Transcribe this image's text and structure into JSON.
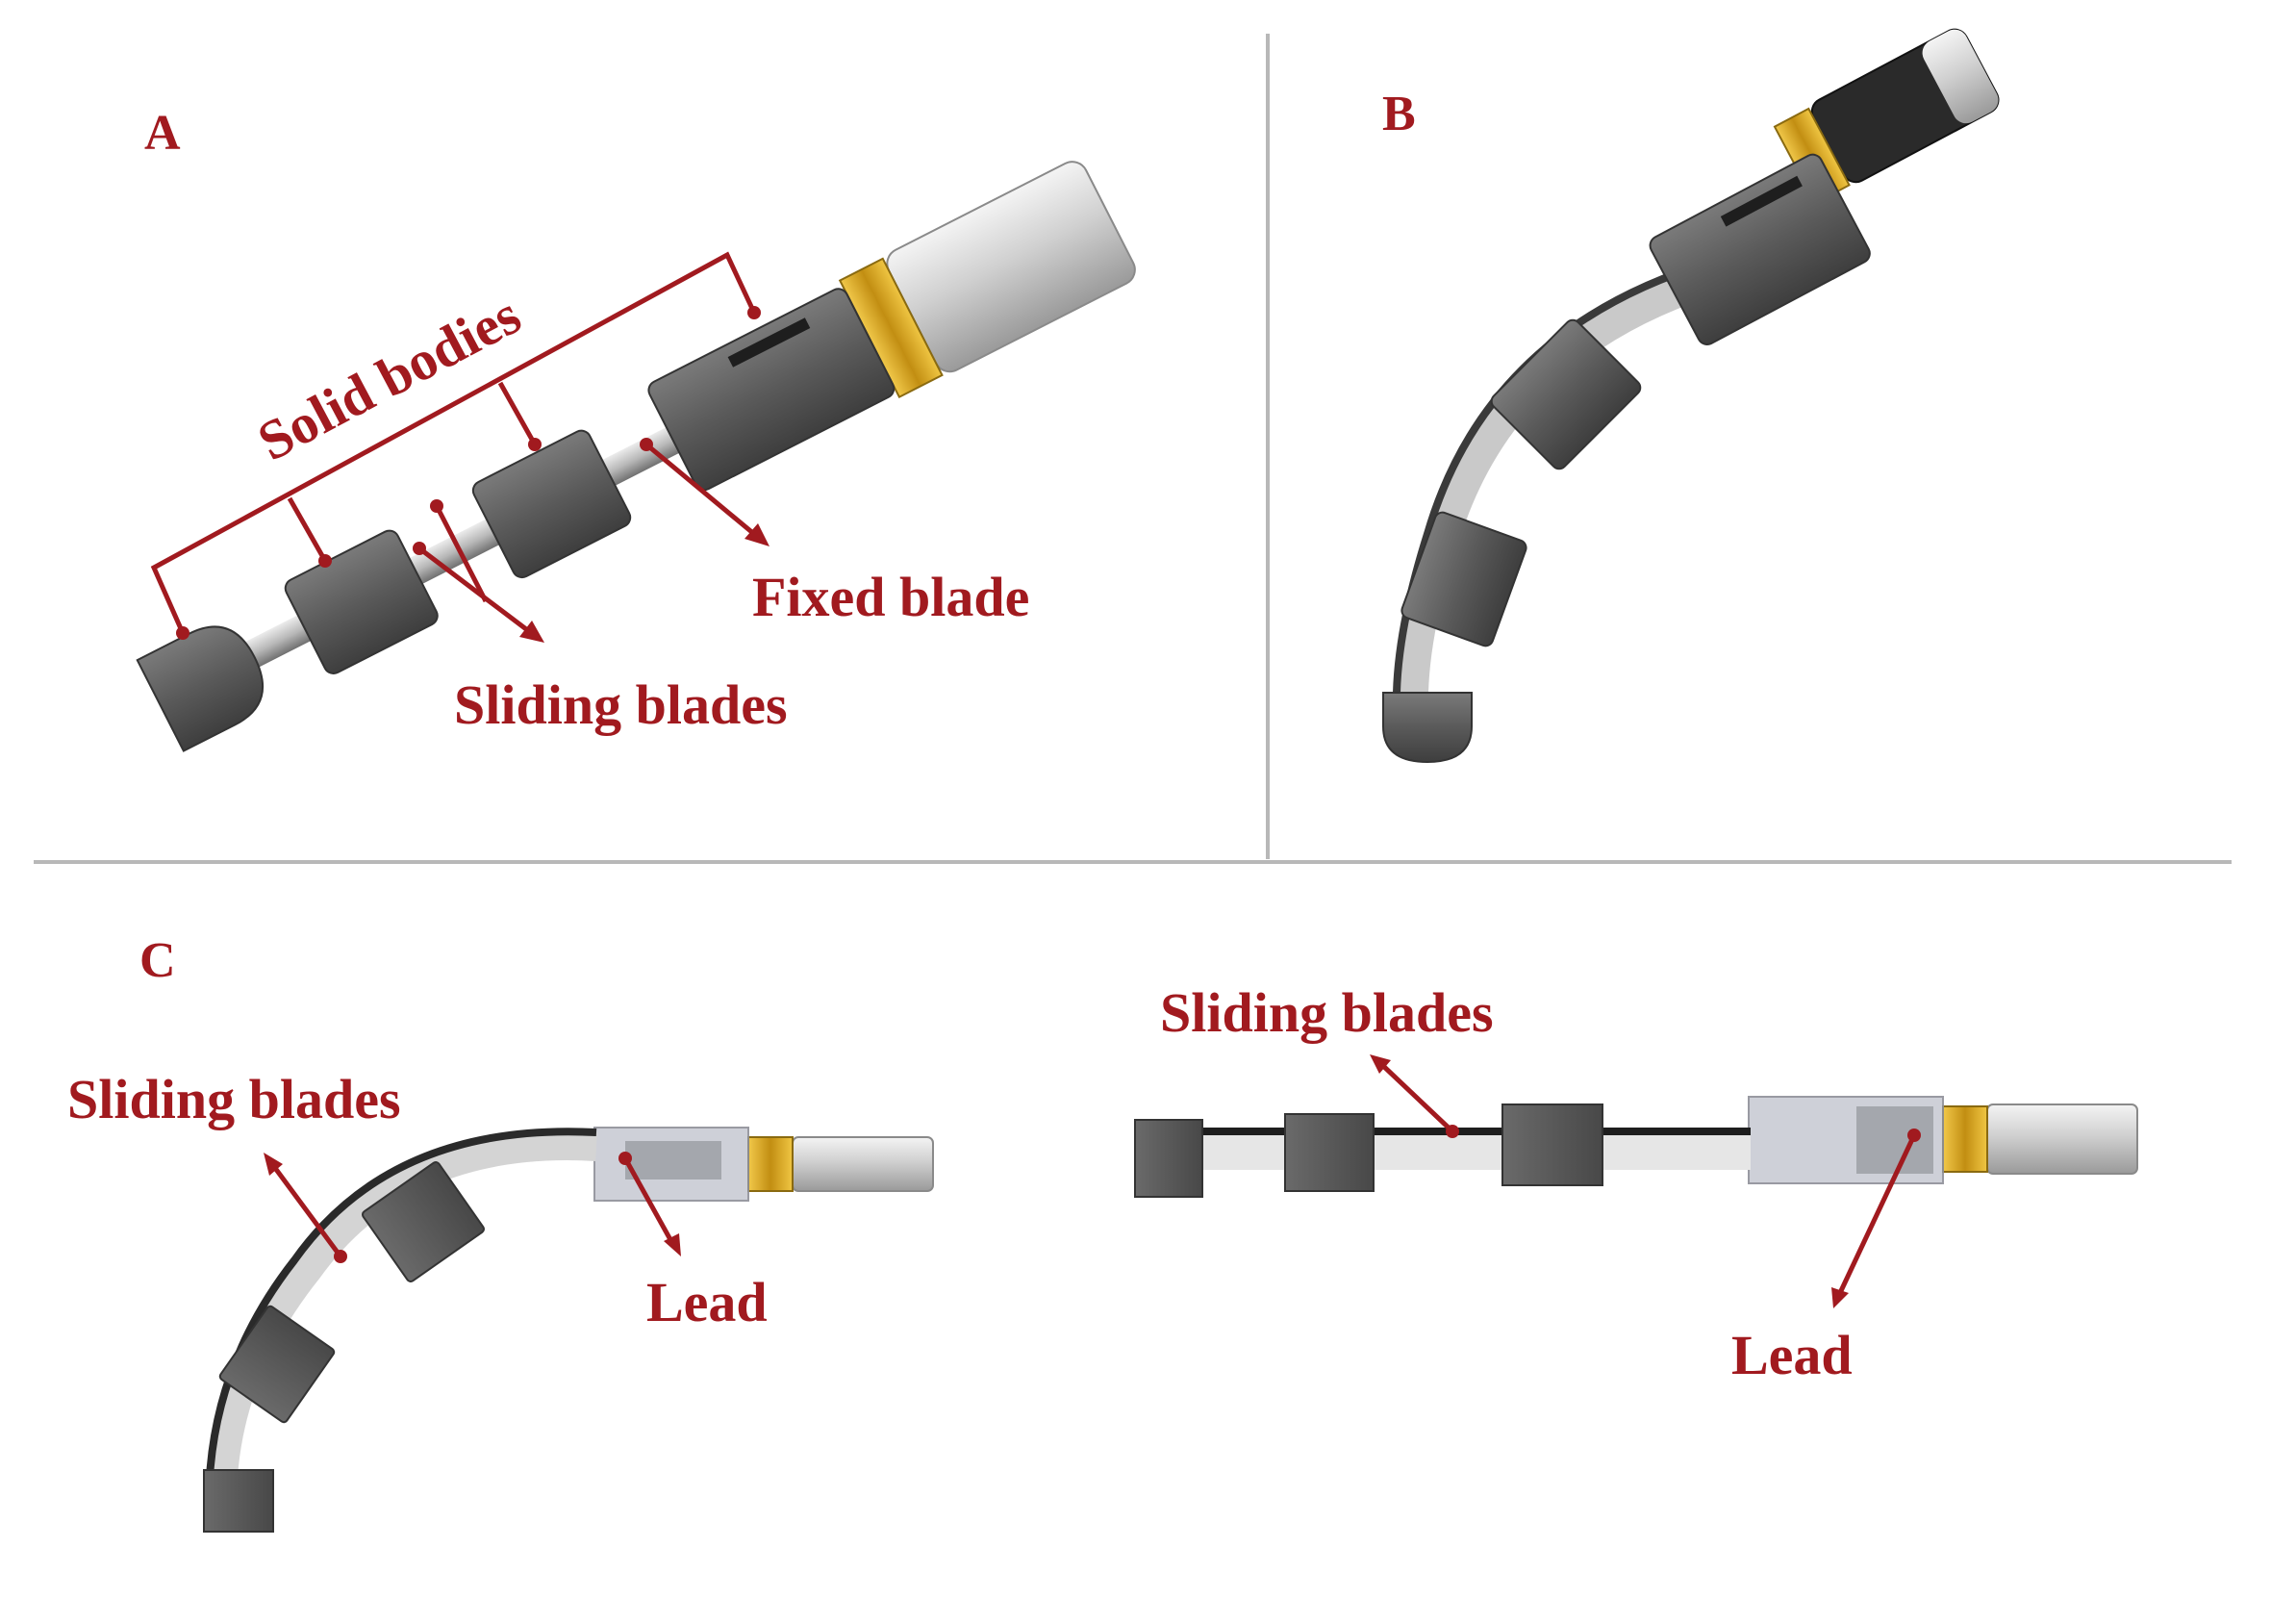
{
  "panels": {
    "A": {
      "label": "A",
      "solid_bodies": "Solid bodies",
      "fixed_blade": "Fixed blade",
      "sliding_blades": "Sliding blades"
    },
    "B": {
      "label": "B"
    },
    "C": {
      "label": "C",
      "left_sliding_blades": "Sliding blades",
      "left_lead": "Lead",
      "right_sliding_blades": "Sliding blades",
      "right_lead": "Lead"
    }
  },
  "colors": {
    "annotation": "#a11a1f",
    "body_gray": "#5a5a5a",
    "brass": "#d6a21f",
    "motor_silver": "#dcdcdc",
    "divider": "#b8b8b8"
  }
}
